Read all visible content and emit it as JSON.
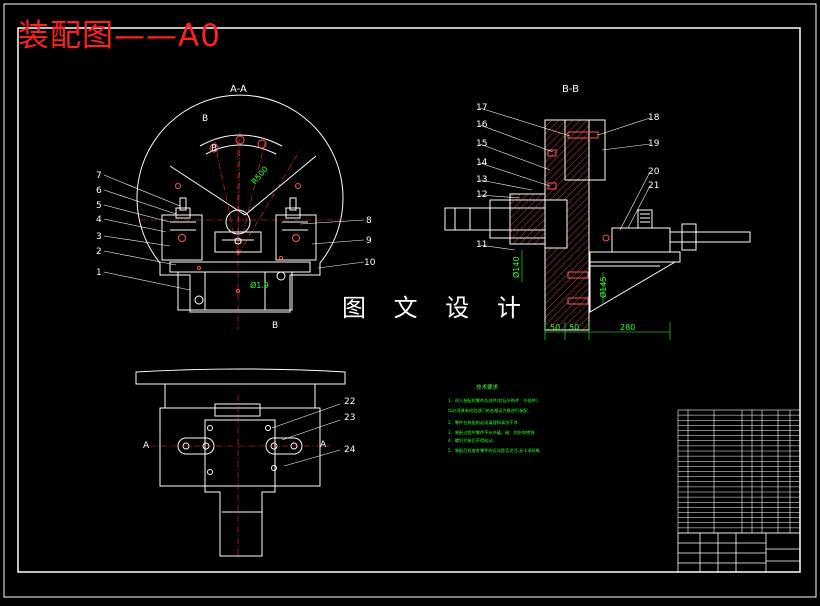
{
  "drawing": {
    "title": "装配图——A0",
    "watermark": "图 文 设 计",
    "colors": {
      "background": "#000000",
      "outline": "#ffffff",
      "title": "#ff2020",
      "dimension": "#33ff33",
      "centerline": "#ff3030",
      "hatch": "#ff5050",
      "bolt": "#ff5555"
    }
  },
  "views": {
    "aa": {
      "label": "A-A",
      "marks": [
        "B",
        "B",
        "B"
      ],
      "dims": [
        "R500",
        "Ø1.9"
      ],
      "balloons": [
        "7",
        "6",
        "5",
        "4",
        "3",
        "2",
        "1",
        "8",
        "9",
        "10"
      ]
    },
    "bb": {
      "label": "B-B",
      "balloons": [
        "17",
        "16",
        "15",
        "14",
        "13",
        "12",
        "11",
        "18",
        "19",
        "20",
        "21"
      ],
      "dims": [
        "50",
        "50",
        "280",
        "Ø145",
        "Ø140"
      ]
    },
    "plan": {
      "marks": [
        "A",
        "A"
      ],
      "balloons": [
        "22",
        "23",
        "24"
      ]
    }
  },
  "notes": {
    "heading": "技术要求",
    "lines": [
      "1、进入装配的零件及部件(包括外购件、外协件),",
      "均必须具有检验部门的合格证方能进行装配.",
      "2、零件在装配前必须清理和清洗干净.",
      "3、装配过程中零件不允许磕、碰、划伤和锈蚀.",
      "4、螺钉拧紧后不得松动.",
      "5、装配后检查各零件的运动是否灵活,无卡滞现象."
    ]
  }
}
